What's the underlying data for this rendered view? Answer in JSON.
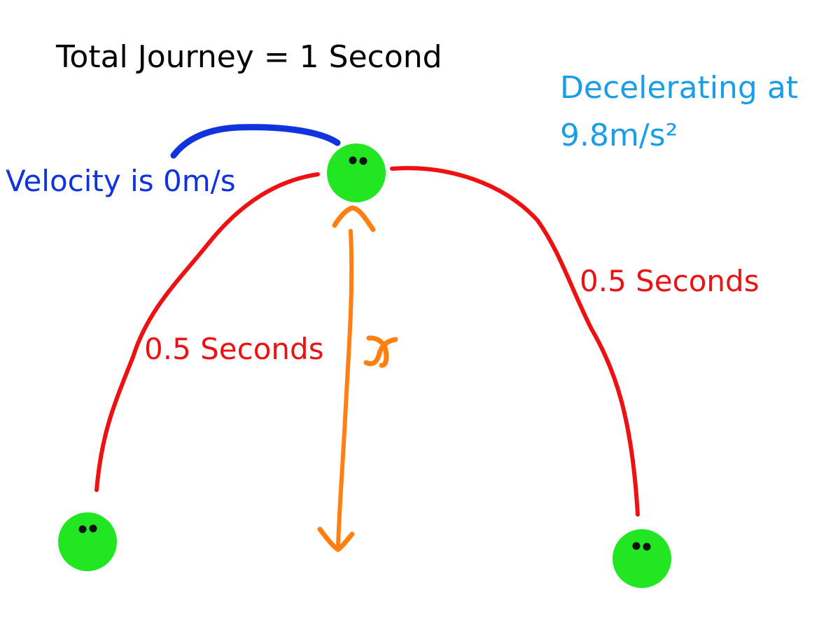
{
  "title": "Total Journey = 1 Second",
  "deceleration": {
    "line1": "Decelerating at",
    "line2": "9.8m/s²"
  },
  "velocity_label": "Velocity is 0m/s",
  "time_left": "0.5 Seconds",
  "time_right": "0.5 Seconds",
  "height_symbol": "x",
  "colors": {
    "title": "#000000",
    "deceleration": "#1a9ee8",
    "velocity": "#1133dd",
    "trajectory": "#ee1111",
    "measure": "#ff7f11",
    "ball": "#22e622",
    "eye": "#111111"
  },
  "icons": [
    "ball-icon",
    "eye-icon",
    "arrow-head-icon"
  ]
}
